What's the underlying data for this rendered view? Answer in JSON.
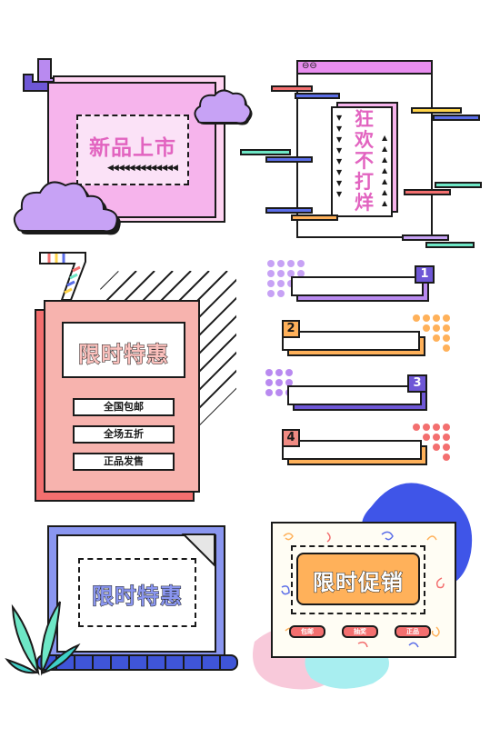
{
  "panel1": {
    "title": "新品上市"
  },
  "panel2": {
    "title_chars": [
      "狂",
      "欢",
      "不",
      "打",
      "烊"
    ]
  },
  "panel3": {
    "title": "限时特惠",
    "buttons": [
      "全国包邮",
      "全场五折",
      "正品发售"
    ]
  },
  "panel4": {
    "numbers": [
      "1",
      "2",
      "3",
      "4"
    ]
  },
  "panel5": {
    "title": "限时特惠"
  },
  "panel6": {
    "title": "限时促销",
    "tags": [
      "包邮",
      "抽奖",
      "正品"
    ]
  },
  "colors": {
    "pink": "#f39bd6",
    "purple": "#b98af0",
    "blue": "#5b6ee8",
    "teal": "#6ee7c6",
    "orange": "#ffb15a",
    "coral": "#f08b83",
    "red": "#f36f6f",
    "salmon": "#f7b3ae"
  }
}
